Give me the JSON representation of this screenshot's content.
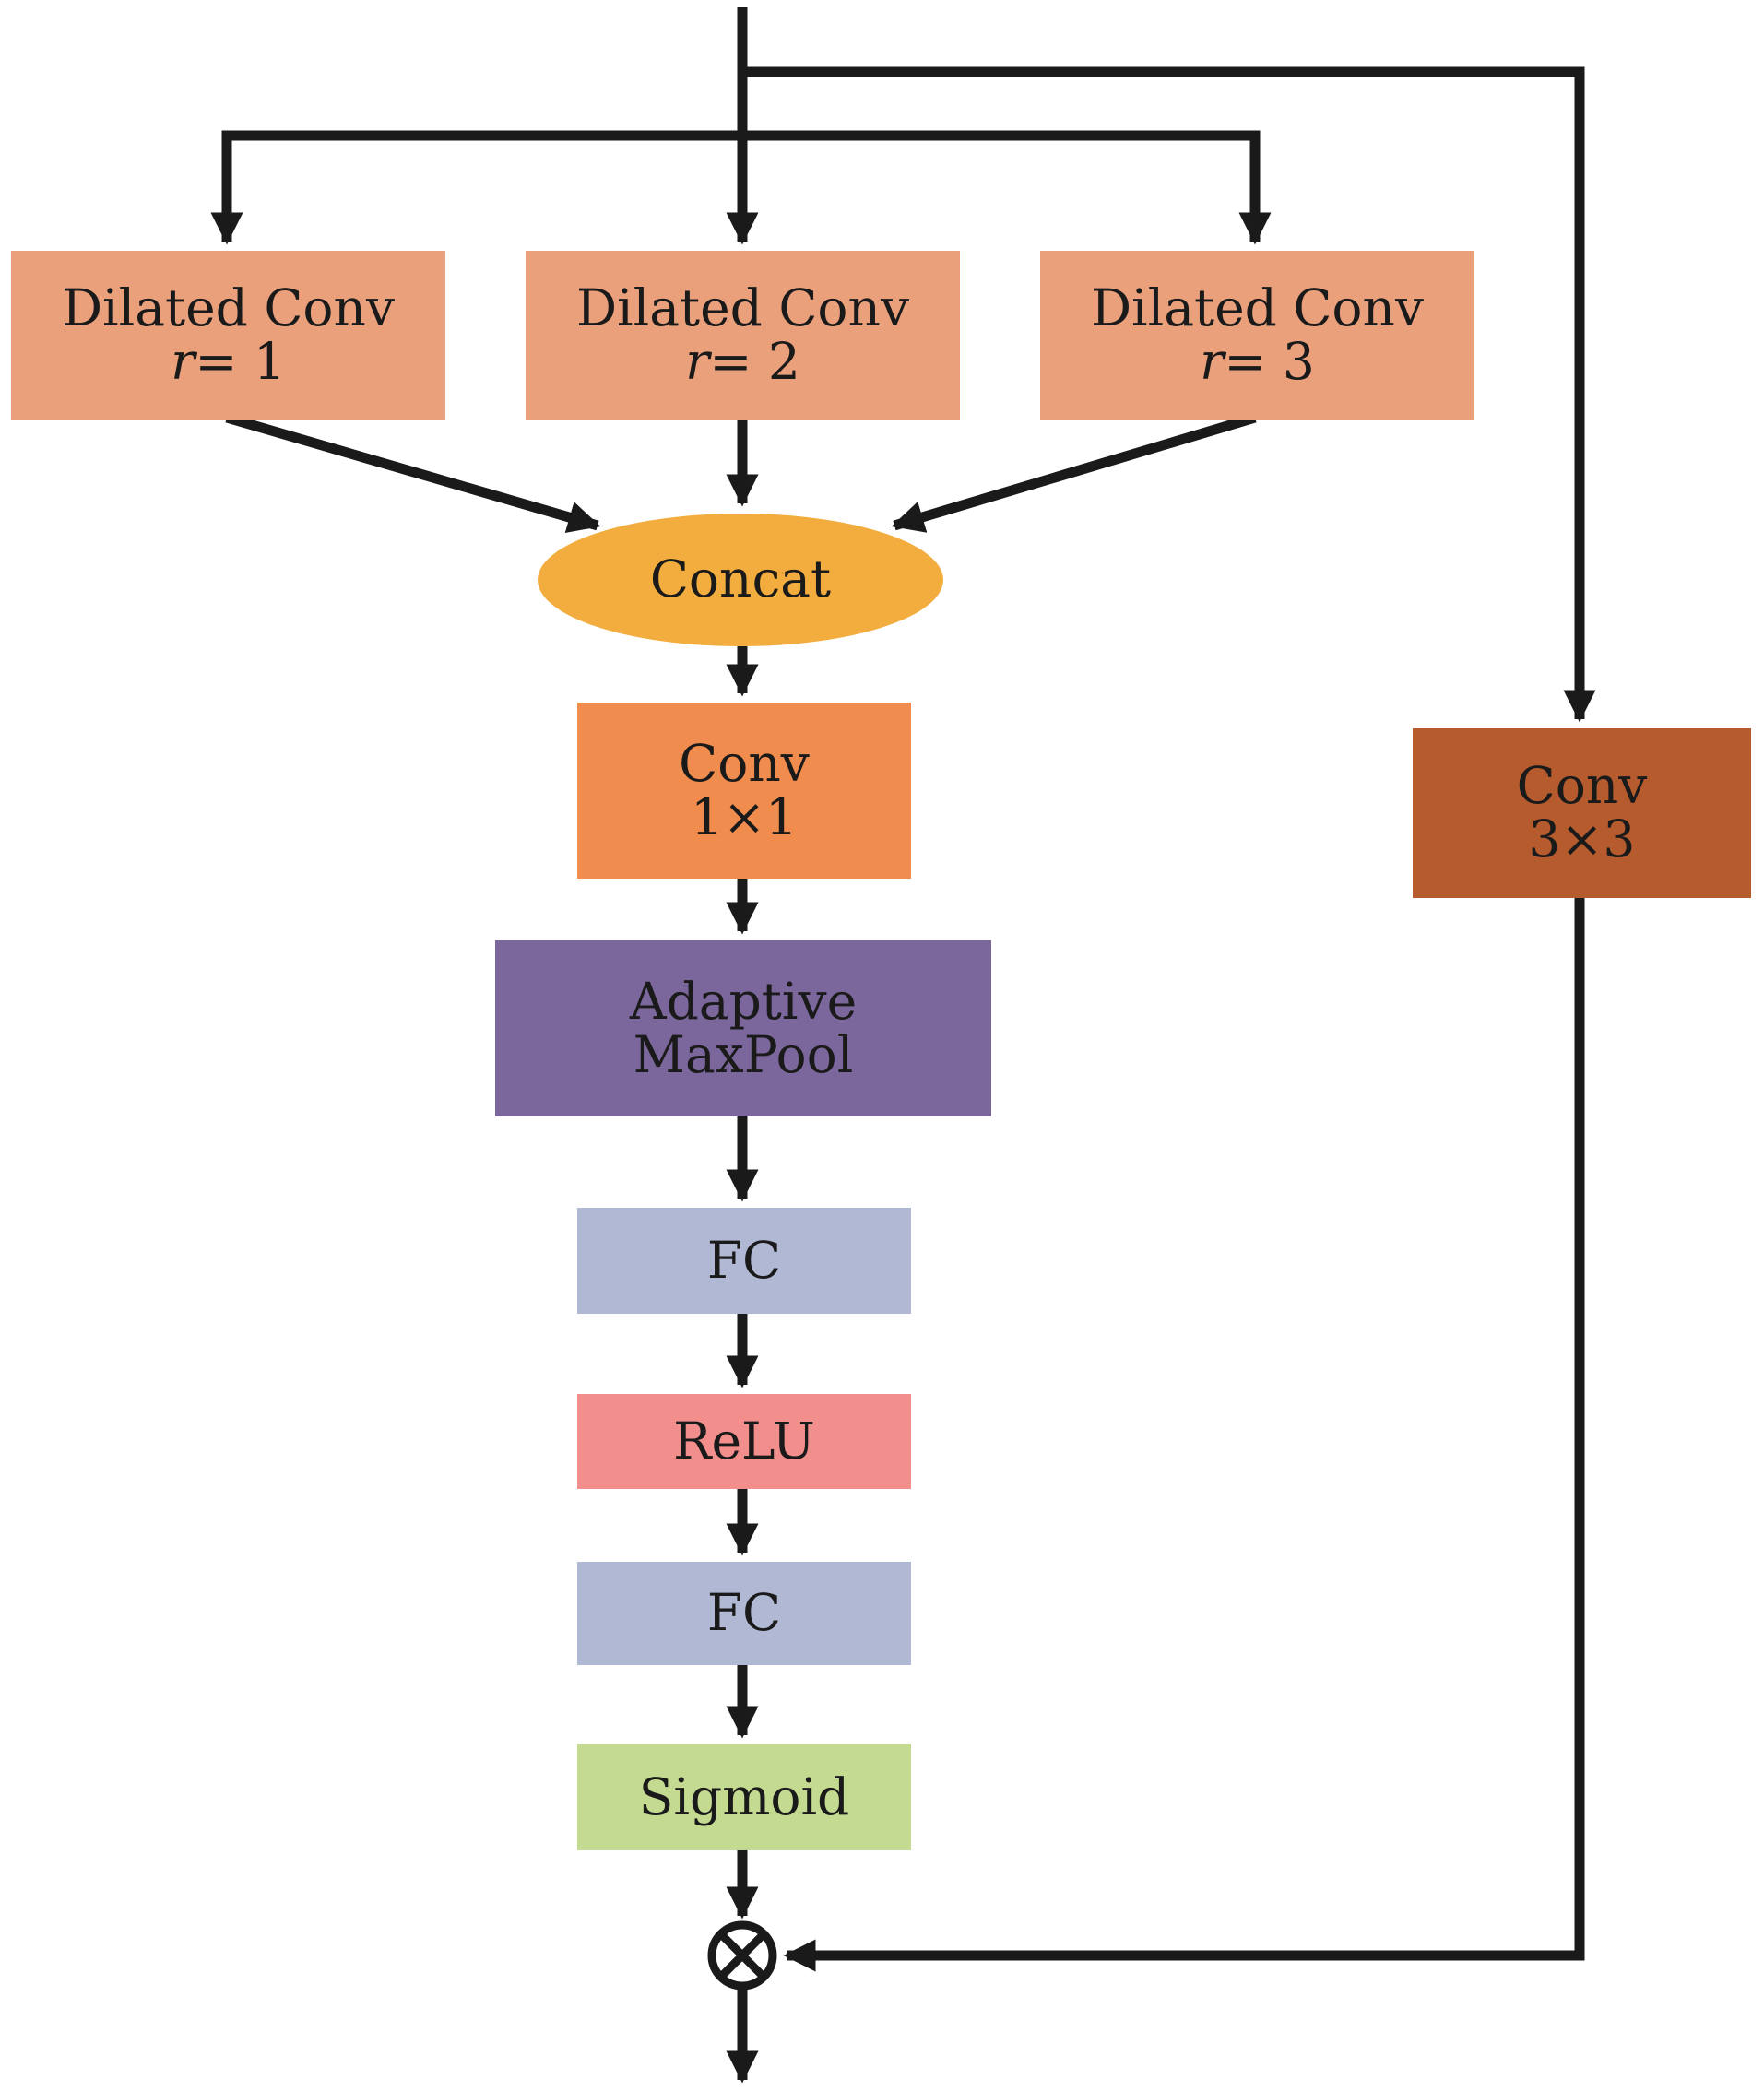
{
  "colors": {
    "dilated": "#eba07c",
    "concat": "#f2ad3e",
    "conv1x1": "#f08c4d",
    "pool": "#7b679c",
    "fc": "#b0b8d4",
    "relu": "#f28e8c",
    "sigmoid": "#c3da90",
    "conv3x3": "#b55b2e",
    "line": "#1a1a1a"
  },
  "nodes": {
    "dilated_1": {
      "line1": "Dilated Conv",
      "r_var": "r",
      "r_rest": "= 1"
    },
    "dilated_2": {
      "line1": "Dilated Conv",
      "r_var": "r",
      "r_rest": "= 2"
    },
    "dilated_3": {
      "line1": "Dilated Conv",
      "r_var": "r",
      "r_rest": "= 3"
    },
    "concat": {
      "label": "Concat"
    },
    "conv_1x1": {
      "line1": "Conv",
      "line2": "1×1"
    },
    "pool": {
      "line1": "Adaptive",
      "line2": "MaxPool"
    },
    "fc_1": {
      "label": "FC"
    },
    "relu": {
      "label": "ReLU"
    },
    "fc_2": {
      "label": "FC"
    },
    "sigmoid": {
      "label": "Sigmoid"
    },
    "conv_3x3": {
      "line1": "Conv",
      "line2": "3×3"
    }
  },
  "operator": {
    "name": "multiply-icon"
  }
}
